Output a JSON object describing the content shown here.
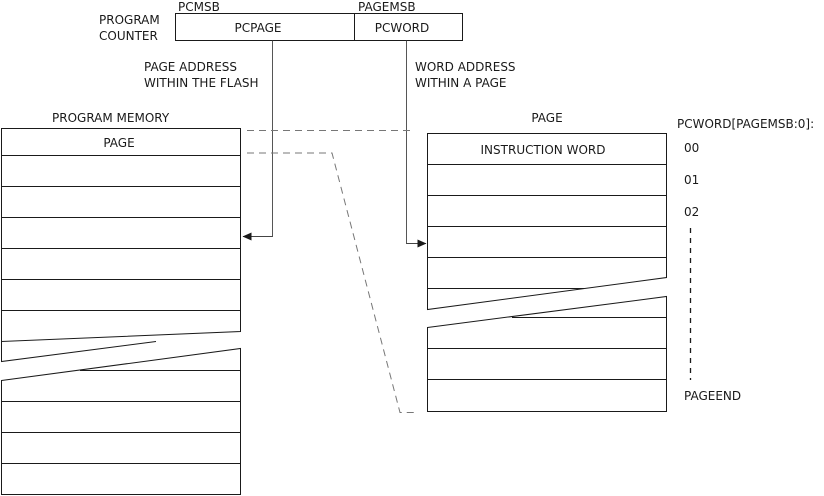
{
  "program_counter": {
    "title_line1": "PROGRAM",
    "title_line2": "COUNTER",
    "pcmsb_label": "PCMSB",
    "pagemsb_label": "PAGEMSB",
    "pcpage_field": "PCPAGE",
    "pcword_field": "PCWORD"
  },
  "annotations": {
    "page_address_line1": "PAGE ADDRESS",
    "page_address_line2": "WITHIN THE FLASH",
    "word_address_line1": "WORD ADDRESS",
    "word_address_line2": "WITHIN A PAGE"
  },
  "program_memory": {
    "title": "PROGRAM MEMORY",
    "first_row_label": "PAGE"
  },
  "page_block": {
    "title": "PAGE",
    "first_row_label": "INSTRUCTION WORD"
  },
  "pcword_index": {
    "header": "PCWORD[PAGEMSB:0]:",
    "labels": [
      "00",
      "01",
      "02"
    ],
    "end_label": "PAGEEND"
  }
}
